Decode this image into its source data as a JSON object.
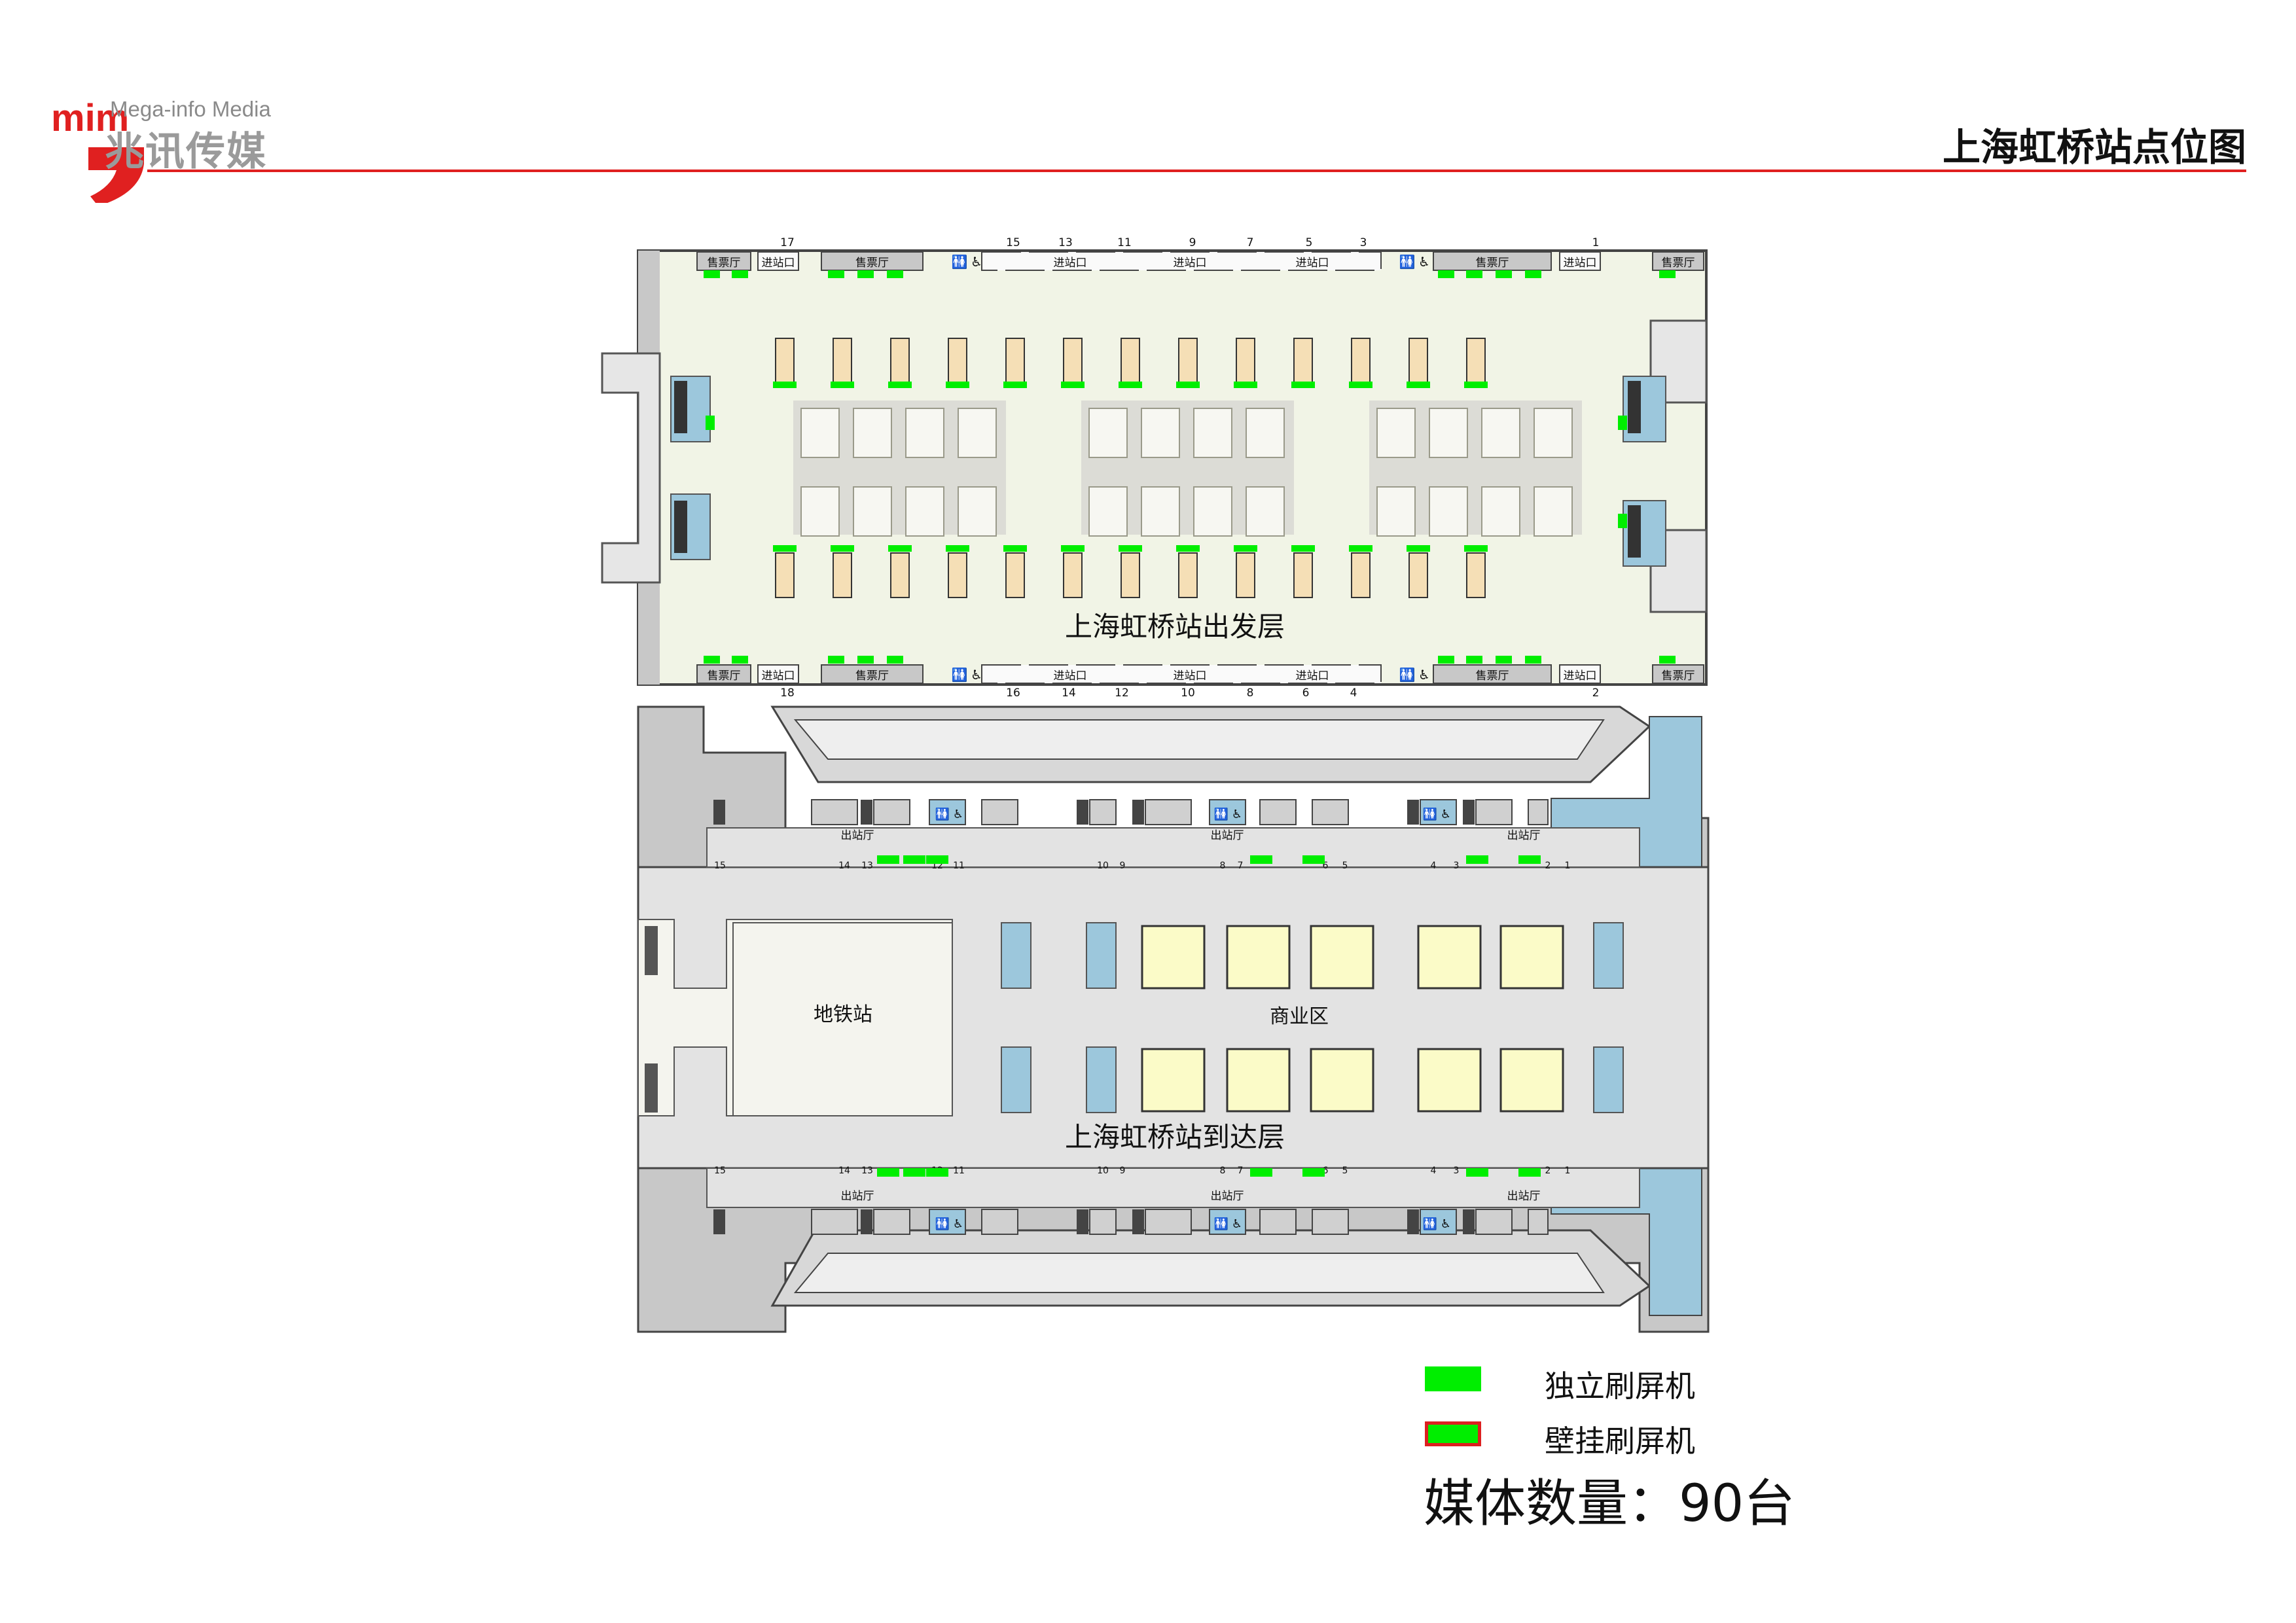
{
  "header": {
    "brand_logo_text": "mim",
    "brand_en": "Mega-info Media",
    "brand_cn": "兆讯传媒",
    "page_title": "上海虹桥站点位图"
  },
  "departure_floor": {
    "label": "上海虹桥站出发层",
    "ticket_hall_label": "售票厅",
    "entrance_label": "进站口",
    "gate_numbers_top": [
      "17",
      "15",
      "13",
      "11",
      "9",
      "7",
      "5",
      "3",
      "1"
    ],
    "gate_numbers_bottom": [
      "18",
      "16",
      "14",
      "12",
      "10",
      "8",
      "6",
      "4",
      "2"
    ]
  },
  "arrival_floor": {
    "label": "上海虹桥站到达层",
    "exit_hall_label": "出站厅",
    "metro_label": "地铁站",
    "commercial_label": "商业区",
    "exit_numbers_left": [
      "15",
      "14",
      "13",
      "12",
      "11"
    ],
    "exit_numbers_mid": [
      "10",
      "9",
      "8",
      "7",
      "6",
      "5"
    ],
    "exit_numbers_right": [
      "4",
      "3",
      "2",
      "1"
    ]
  },
  "legend": {
    "standalone_label": "独立刷屏机",
    "wall_label": "壁挂刷屏机",
    "media_count": "媒体数量：90台"
  },
  "colors": {
    "brand_red": "#e02020",
    "screen_green": "#00ee00",
    "wall_border_red": "#dd2020",
    "floor_fill": "#f1f4e6",
    "hall_grey": "#e3e3e3",
    "wall_grey": "#c8c8c8",
    "service_blue": "#9cc7dc",
    "kiosk_tan": "#f5dfb6",
    "shop_yellow": "#fbfbc8"
  },
  "icons": [
    "toilet-icon",
    "wheelchair-icon",
    "escalator-icon",
    "elevator-icon"
  ]
}
